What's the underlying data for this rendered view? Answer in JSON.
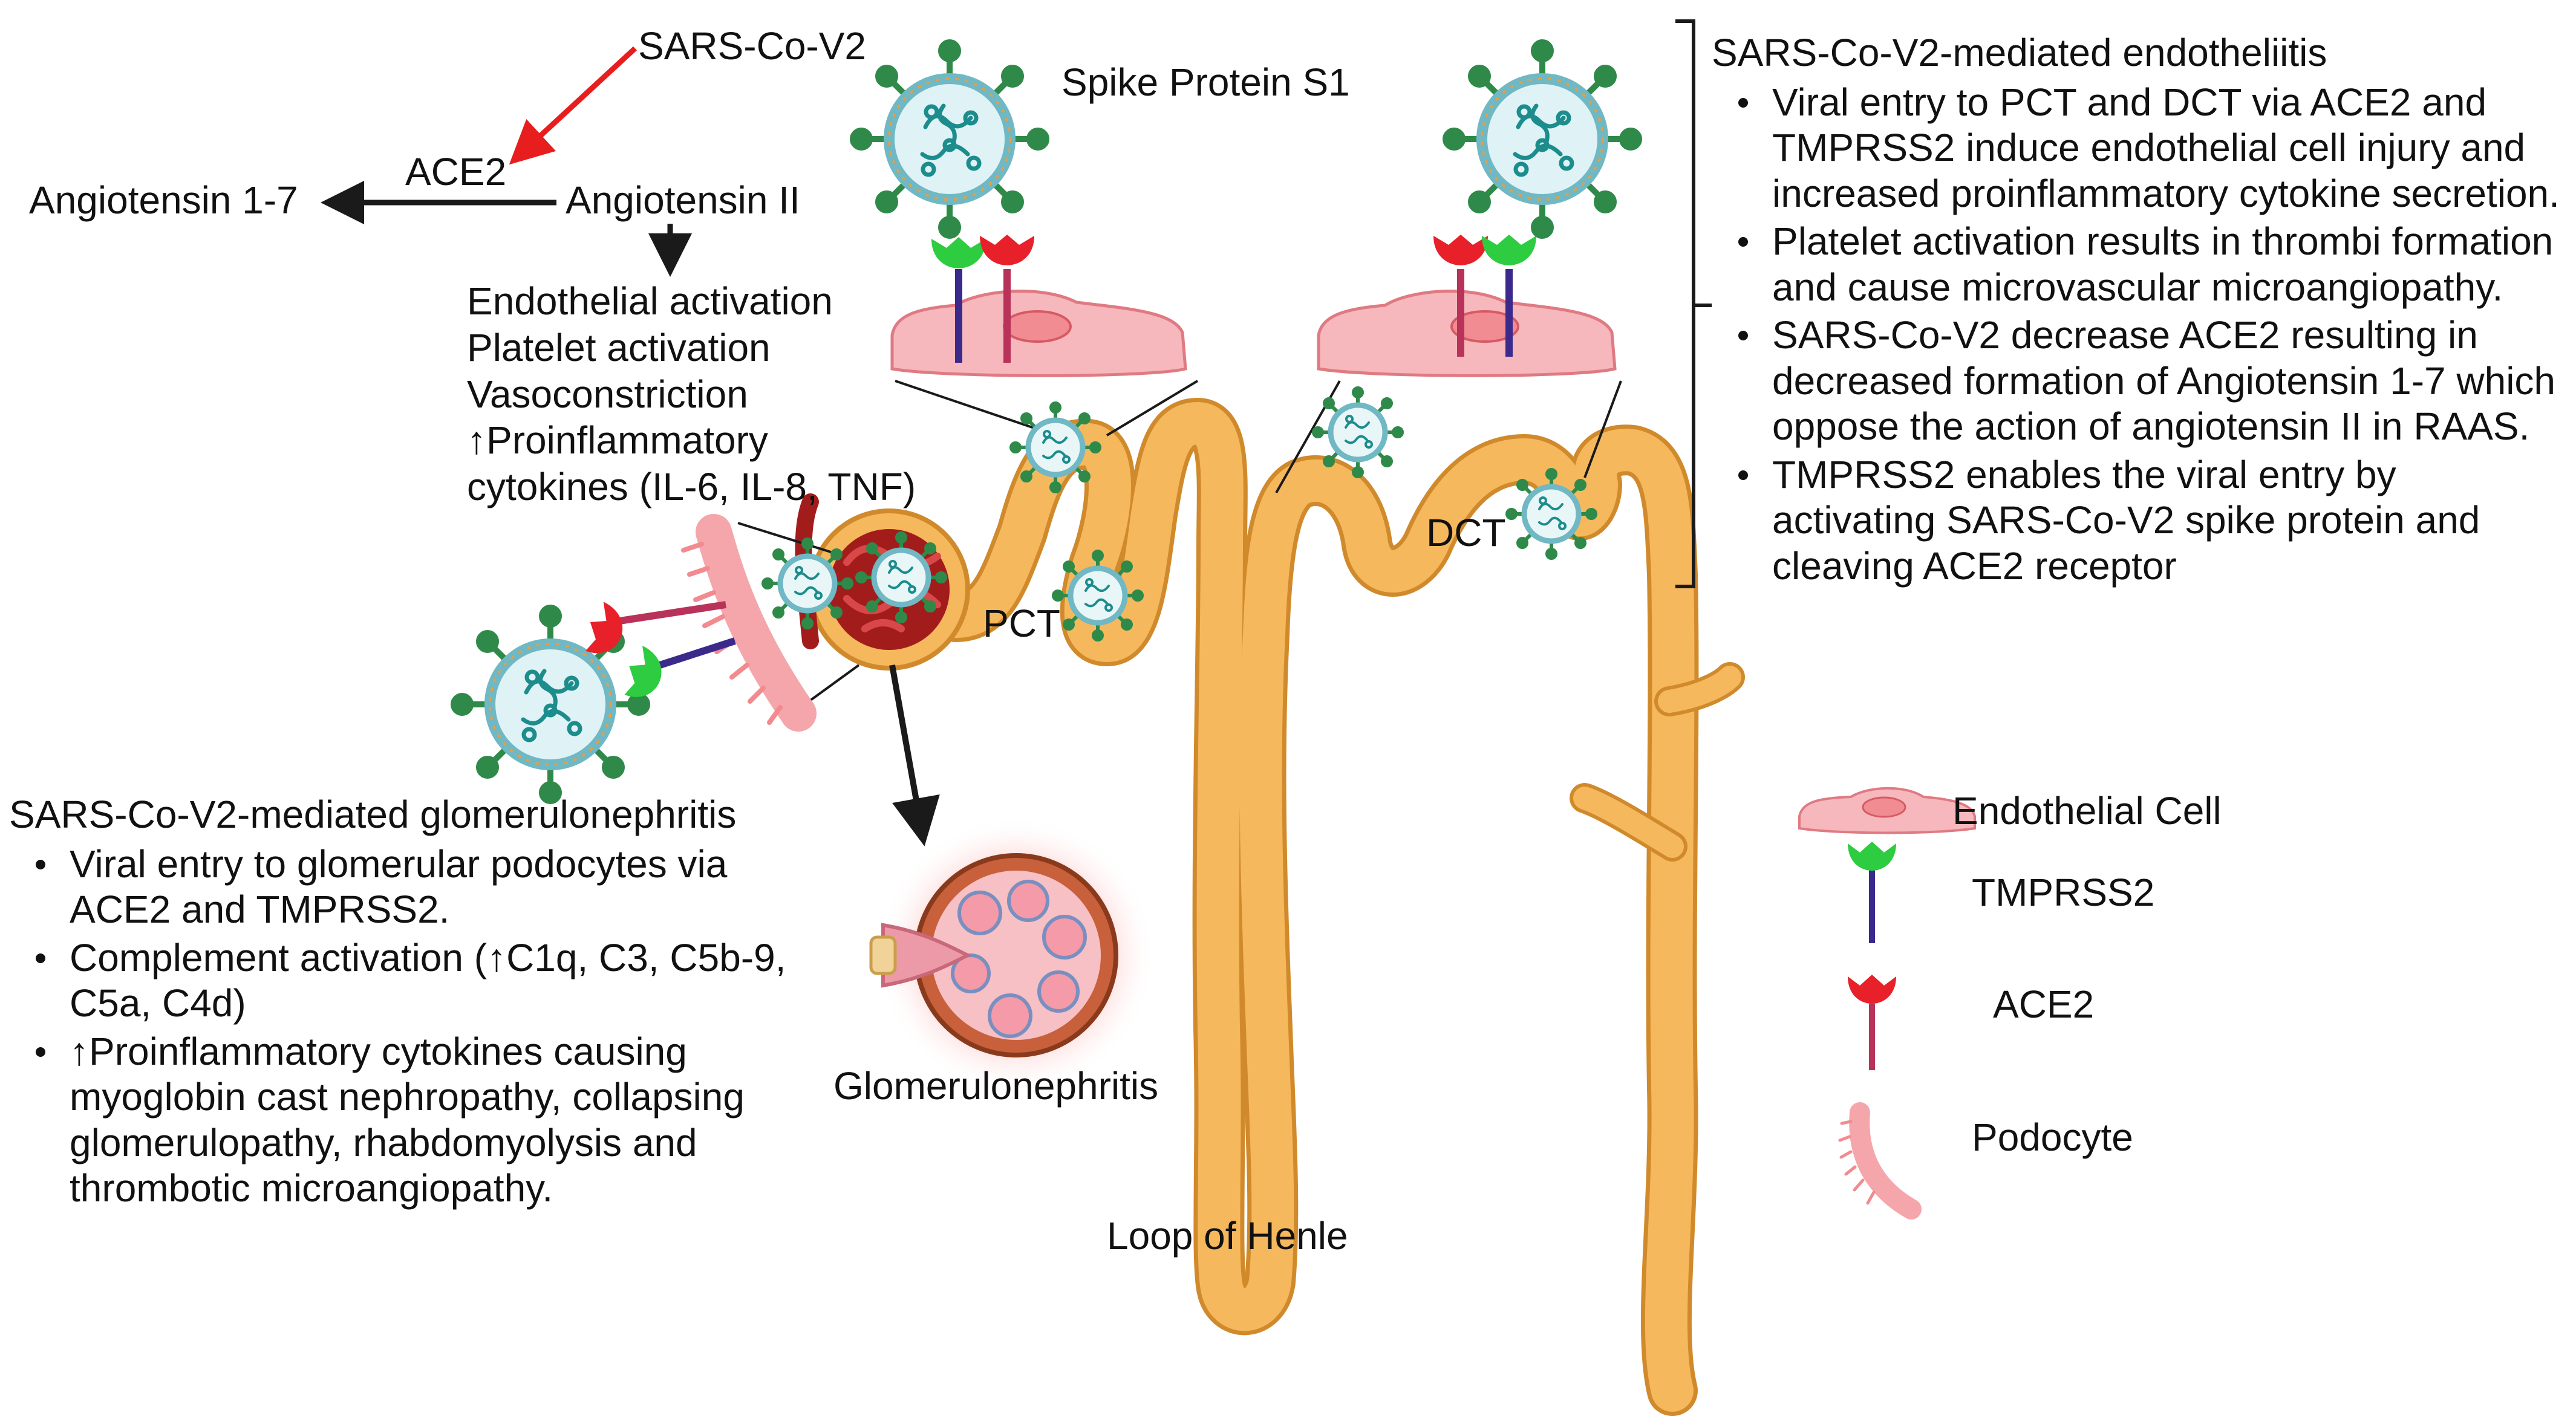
{
  "labels": {
    "sars_top": "SARS-Co-V2",
    "ace2_top": "ACE2",
    "angiotensin_17": "Angiotensin 1-7",
    "angiotensin_ii": "Angiotensin II",
    "spike": "Spike Protein S1",
    "pct": "PCT",
    "dct": "DCT",
    "glomerulonephritis": "Glomerulonephritis",
    "loop": "Loop of Henle"
  },
  "ang_effects": [
    "Endothelial activation",
    "Platelet activation",
    "Vasoconstriction",
    "↑Proinflammatory",
    "cytokines (IL-6, IL-8, TNF)"
  ],
  "endotheliitis": {
    "title": "SARS-Co-V2-mediated endotheliitis",
    "bullets": [
      "Viral entry to PCT and DCT via ACE2 and TMPRSS2 induce endothelial cell injury and increased proinflammatory cytokine secretion.",
      "Platelet activation results in thrombi formation and cause microvascular microangiopathy.",
      "SARS-Co-V2 decrease ACE2 resulting in decreased formation of Angiotensin 1-7 which oppose the action of angiotensin II in RAAS.",
      "TMPRSS2 enables the viral entry by activating SARS-Co-V2 spike protein and cleaving ACE2 receptor"
    ]
  },
  "glomerulonephritis_block": {
    "title": "SARS-Co-V2-mediated glomerulonephritis",
    "bullets": [
      "Viral entry to glomerular podocytes via ACE2 and TMPRSS2.",
      "Complement activation (↑C1q, C3, C5b-9, C5a, C4d)",
      "↑Proinflammatory cytokines causing myoglobin cast nephropathy, collapsing glomerulopathy, rhabdomyolysis and thrombotic microangiopathy."
    ]
  },
  "legend": [
    {
      "label": "Endothelial Cell",
      "icon": "endothelial-cell-icon"
    },
    {
      "label": "TMPRSS2",
      "icon": "tmprss2-receptor-icon"
    },
    {
      "label": "ACE2",
      "icon": "ace2-receptor-icon"
    },
    {
      "label": "Podocyte",
      "icon": "podocyte-icon"
    }
  ],
  "colors": {
    "tubule": "#f6b85c",
    "tubule_outline": "#d08a2c",
    "endothelial": "#f6b8bc",
    "endothelial_outline": "#e07a82",
    "virus_shell": "#6fb8c4",
    "virus_inner": "#dff2f5",
    "spike": "#2f8a4a",
    "ace2": "#e8202a",
    "ace2_stem": "#b8325a",
    "tmprss2": "#2ecc40",
    "tmprss2_stem": "#3b2a8c",
    "glomerulus": "#a31c1c",
    "arrow_red": "#e81e1e",
    "arrow_dark": "#1a1a1a"
  }
}
